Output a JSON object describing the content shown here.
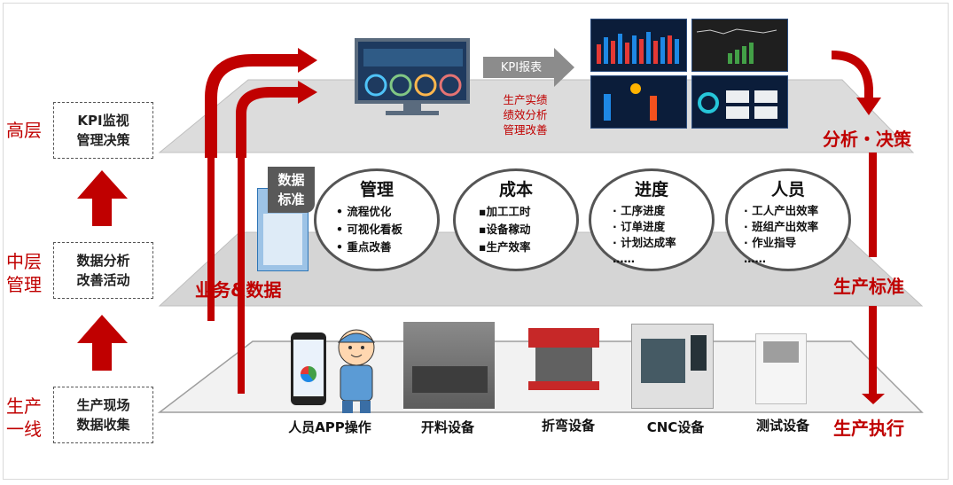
{
  "levels": {
    "high": {
      "label": "高层",
      "box_line1": "KPI监视",
      "box_line2": "管理决策"
    },
    "mid": {
      "label_line1": "中层",
      "label_line2": "管理",
      "box_line1": "数据分析",
      "box_line2": "改善活动"
    },
    "prod": {
      "label_line1": "生产",
      "label_line2": "一线",
      "box_line1": "生产现场",
      "box_line2": "数据收集"
    }
  },
  "top": {
    "kpi_arrow_label": "KPI报表",
    "kpi_notes": [
      "生产实绩",
      "绩效分析",
      "管理改善"
    ],
    "right_label": "分析・决策"
  },
  "middle": {
    "data_standard_line1": "数据",
    "data_standard_line2": "标准",
    "left_label": "业务&数据",
    "right_label": "生产标准",
    "circles": [
      {
        "title": "管理",
        "items": [
          "•  流程优化",
          "•  可视化看板",
          "•  重点改善"
        ]
      },
      {
        "title": "成本",
        "items": [
          "▪加工工时",
          "▪设备稼动",
          "▪生产效率"
        ]
      },
      {
        "title": "进度",
        "items": [
          "· 工序进度",
          "· 订单进度",
          "· 计划达成率",
          "  ……"
        ]
      },
      {
        "title": "人员",
        "items": [
          "· 工人产出效率",
          "· 班组产出效率",
          "· 作业指导",
          "  ……"
        ]
      }
    ]
  },
  "bottom": {
    "right_label": "生产执行",
    "equipment": [
      "人员APP操作",
      "开料设备",
      "折弯设备",
      "CNC设备",
      "测试设备"
    ]
  },
  "colors": {
    "accent": "#c00000",
    "plane": "#d9d9d9",
    "dashboard": "#0b1d3a"
  }
}
